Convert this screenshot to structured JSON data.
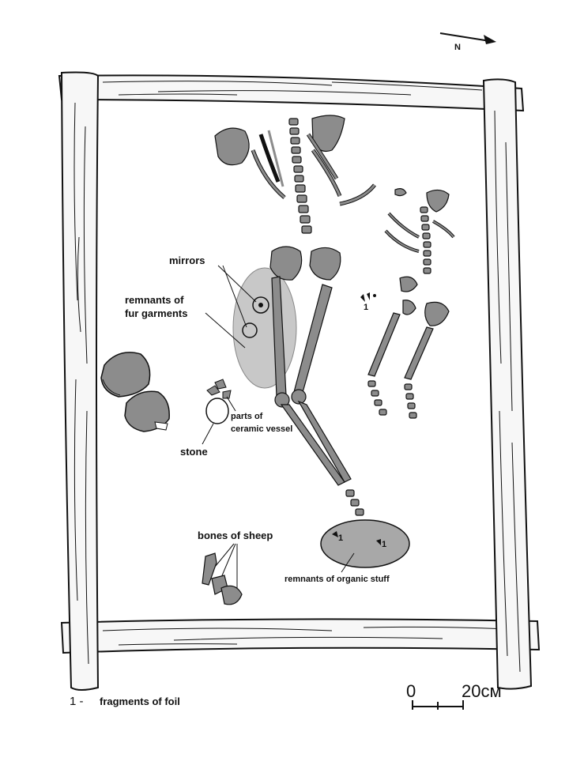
{
  "compass": {
    "label": "N"
  },
  "labels": {
    "mirrors": "mirrors",
    "fur_line1": "remnants of",
    "fur_line2": "fur garments",
    "ceramic_line1": "parts of",
    "ceramic_line2": "ceramic vessel",
    "stone": "stone",
    "sheep": "bones of sheep",
    "organic": "remnants of organic stuff",
    "foil_marker": "1"
  },
  "legend": {
    "number": "1 -",
    "text": "fragments of foil"
  },
  "scale_bar": {
    "min_label": "0",
    "max_label": "20см"
  },
  "colors": {
    "bone_fill": "#8c8c8c",
    "fur_fill": "#c8c8c8",
    "organic_fill": "#a8a8a8",
    "wood_fill": "#f7f7f7",
    "ink": "#111111"
  }
}
